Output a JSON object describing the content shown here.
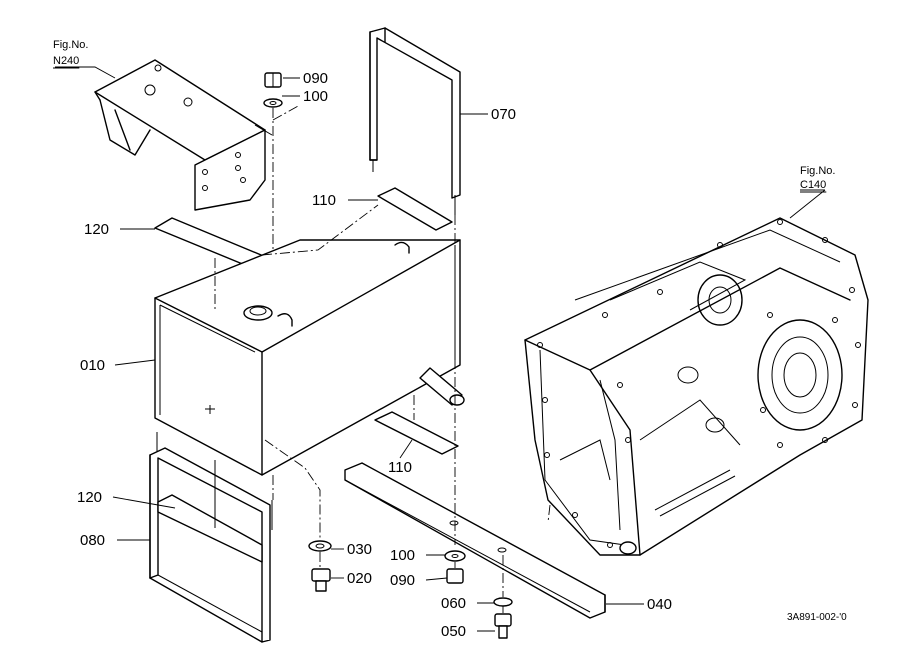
{
  "figure_refs": {
    "left_fig": "Fig.No.",
    "left_num": "N240",
    "right_fig": "Fig.No.",
    "right_num": "C140"
  },
  "parts": {
    "p090_top": "090",
    "p100_top": "100",
    "p070": "070",
    "p110_top": "110",
    "p120_top": "120",
    "p010": "010",
    "p110_bottom": "110",
    "p120_bottom": "120",
    "p080": "080",
    "p030": "030",
    "p020": "020",
    "p100_bottom": "100",
    "p090_bottom": "090",
    "p060": "060",
    "p050": "050",
    "p040": "040"
  },
  "drawing_code": "3A891-002-'0"
}
